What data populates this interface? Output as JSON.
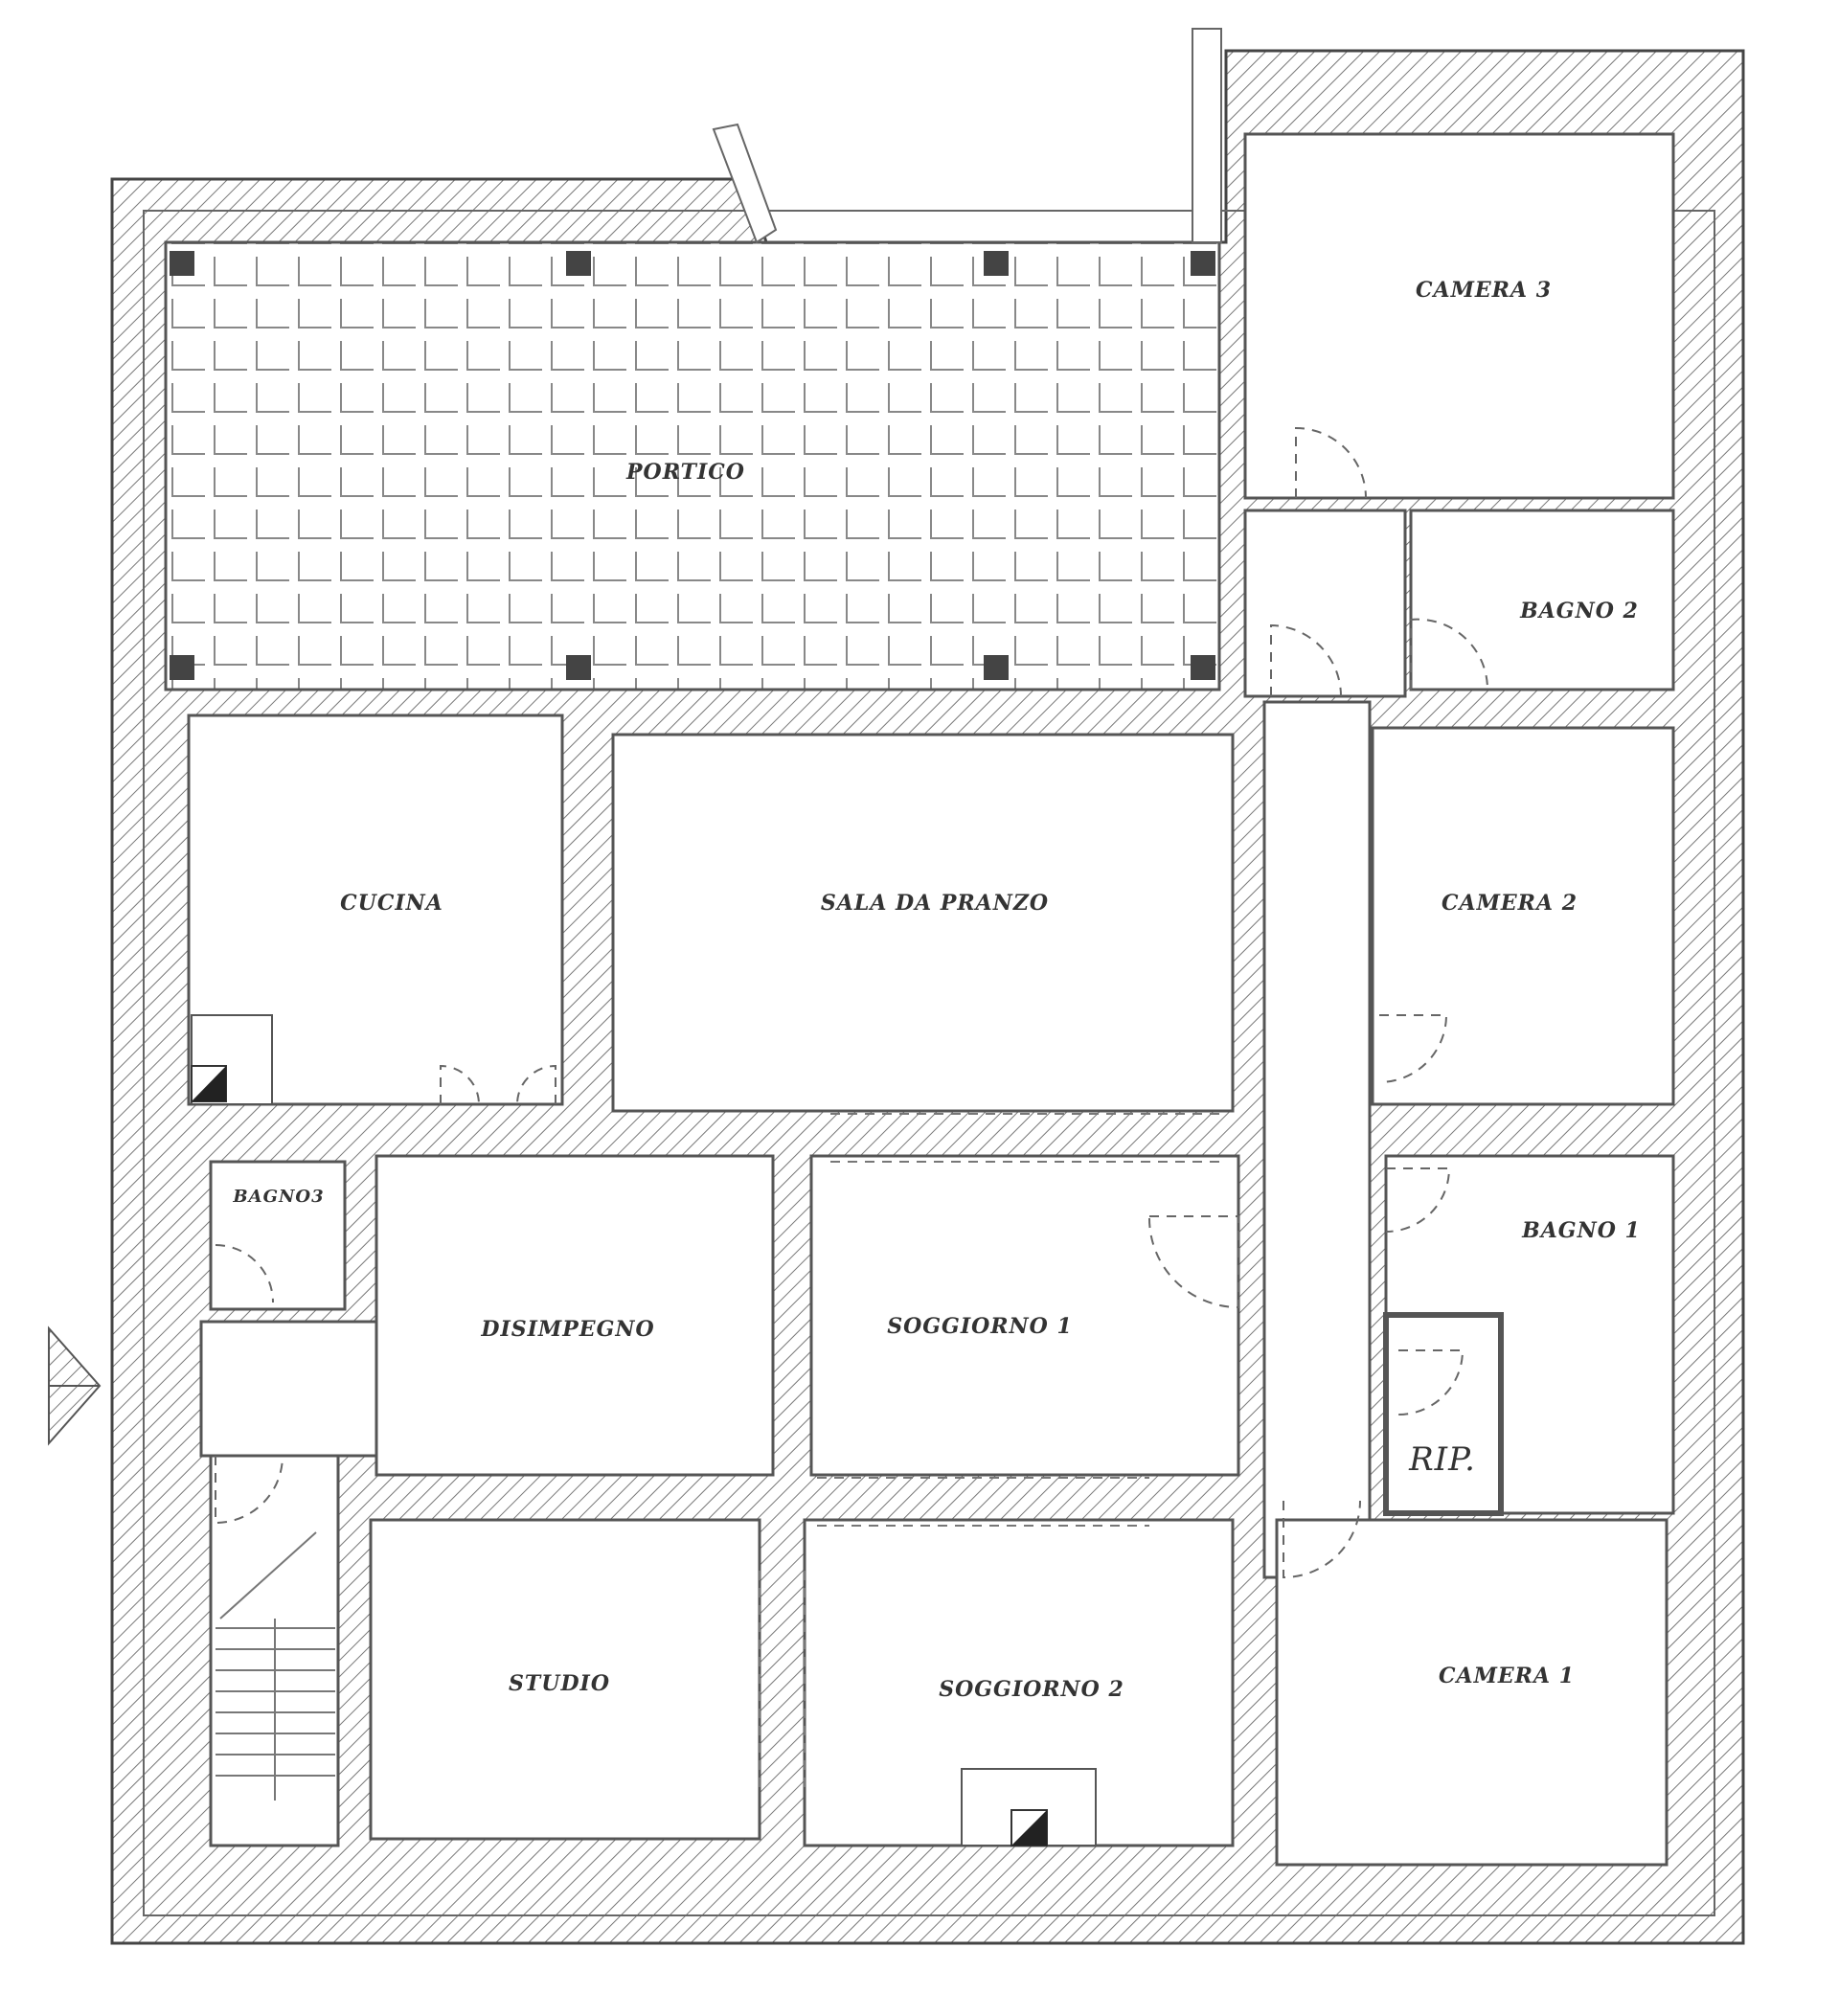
{
  "plan": {
    "rooms": {
      "portico": "PORTICO",
      "camera3": "CAMERA 3",
      "bagno2": "BAGNO 2",
      "cucina": "CUCINA",
      "sala": "SALA DA PRANZO",
      "camera2": "CAMERA 2",
      "bagno1": "BAGNO 1",
      "rip": "RIP.",
      "bagno3": "BAGNO3",
      "disimpegno": "DISIMPEGNO",
      "soggiorno1": "SOGGIORNO 1",
      "studio": "STUDIO",
      "soggiorno2": "SOGGIORNO 2",
      "camera1": "CAMERA 1"
    },
    "colors": {
      "wall": "#555555",
      "background": "#ffffff"
    }
  }
}
